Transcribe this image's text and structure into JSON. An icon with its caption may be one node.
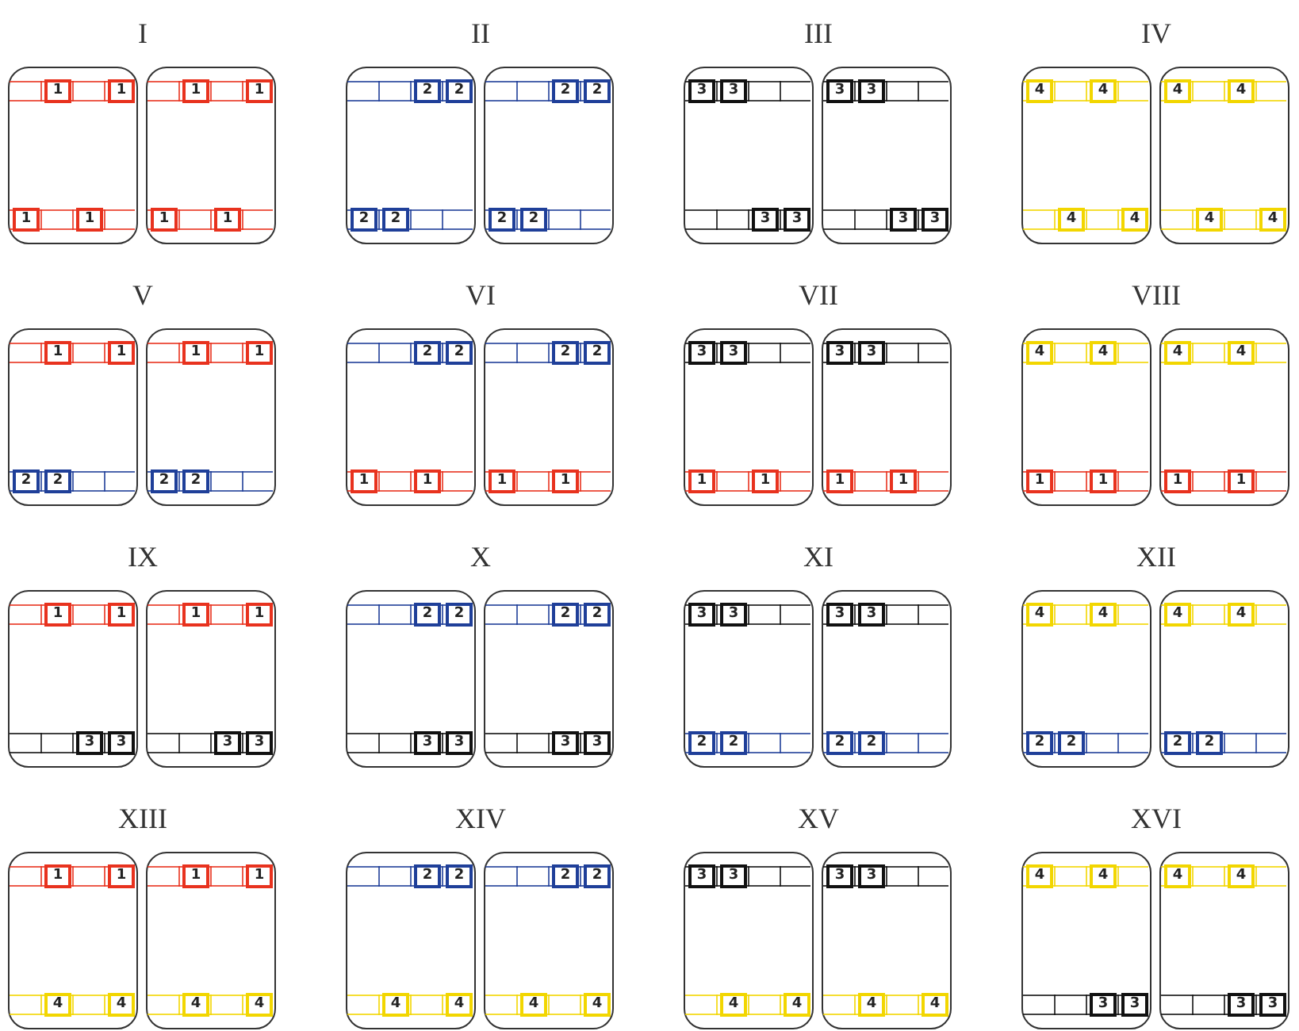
{
  "diagram": {
    "nodes": [
      {
        "text": [],
        "shape": "box"
      },
      {
        "text": [
          "1"
        ],
        "in": 0
      },
      {
        "text": [
          "1"
        ],
        "in": 0
      },
      {
        "text": [
          "1"
        ],
        "in": 0
      },
      {
        "text": [
          "1"
        ],
        "in": 0
      },
      {
        "text": [],
        "shape": "box"
      },
      {
        "text": [
          "1"
        ],
        "in": 5
      },
      {
        "text": [
          "1"
        ],
        "in": 5
      },
      {
        "text": [
          "1"
        ],
        "in": 5
      },
      {
        "text": [
          "1"
        ],
        "in": 5
      },
      {
        "text": [],
        "shape": "box"
      },
      {
        "text": [
          "2"
        ],
        "in": 10
      },
      {
        "text": [
          "2"
        ],
        "in": 10
      },
      {
        "text": [
          "2"
        ],
        "in": 10
      },
      {
        "text": [
          "2"
        ],
        "in": 10
      },
      {
        "text": [],
        "shape": "box"
      },
      {
        "text": [
          "2"
        ],
        "in": 15
      },
      {
        "text": [
          "2"
        ],
        "in": 15
      },
      {
        "text": [
          "2"
        ],
        "in": 15
      },
      {
        "text": [
          "2"
        ],
        "in": 15
      },
      {
        "text": [],
        "shape": "box"
      },
      {
        "text": [
          "3"
        ],
        "in": 20
      },
      {
        "text": [
          "3"
        ],
        "in": 20
      },
      {
        "text": [
          "3"
        ],
        "in": 20
      },
      {
        "text": [
          "3"
        ],
        "in": 20
      },
      {
        "text": [],
        "shape": "box"
      },
      {
        "text": [
          "3"
        ],
        "in": 25
      },
      {
        "text": [
          "3"
        ],
        "in": 25
      },
      {
        "text": [
          "3"
        ],
        "in": 25
      },
      {
        "text": [
          "3"
        ],
        "in": 25
      },
      {
        "text": [],
        "shape": "box"
      },
      {
        "text": [
          "4"
        ],
        "in": 30
      },
      {
        "text": [
          "4"
        ],
        "in": 30
      },
      {
        "text": [
          "4"
        ],
        "in": 30
      },
      {
        "text": [
          "4"
        ],
        "in": 30
      },
      {
        "text": [],
        "shape": "box"
      },
      {
        "text": [
          "4"
        ],
        "in": 35
      },
      {
        "text": [
          "4"
        ],
        "in": 35
      },
      {
        "text": [
          "4"
        ],
        "in": 35
      },
      {
        "text": [
          "4"
        ],
        "in": 35
      },
      {
        "text": [],
        "shape": "box"
      },
      {
        "text": [
          "1"
        ],
        "in": 40
      },
      {
        "text": [
          "1"
        ],
        "in": 40
      },
      {
        "text": [
          "2"
        ],
        "in": 40
      },
      {
        "text": [
          "2"
        ],
        "in": 40
      },
      {
        "text": [],
        "shape": "box"
      },
      {
        "text": [
          "1"
        ],
        "in": 45
      },
      {
        "text": [
          "1"
        ],
        "in": 45
      },
      {
        "text": [
          "2"
        ],
        "in": 45
      },
      {
        "text": [
          "2"
        ],
        "in": 45
      },
      {
        "text": [],
        "shape": "box"
      },
      {
        "text": [
          "2"
        ],
        "in": 50
      },
      {
        "text": [
          "2"
        ],
        "in": 50
      },
      {
        "text": [
          "1"
        ],
        "in": 50
      },
      {
        "text": [
          "1"
        ],
        "in": 50
      },
      {
        "text": [],
        "shape": "box"
      },
      {
        "text": [
          "2"
        ],
        "in": 55
      },
      {
        "text": [
          "2"
        ],
        "in": 55
      },
      {
        "text": [
          "1"
        ],
        "in": 55
      },
      {
        "text": [
          "1"
        ],
        "in": 55
      },
      {
        "text": [],
        "shape": "box"
      },
      {
        "text": [
          "3"
        ],
        "in": 60
      },
      {
        "text": [
          "3"
        ],
        "in": 60
      },
      {
        "text": [
          "1"
        ],
        "in": 60
      },
      {
        "text": [
          "1"
        ],
        "in": 60
      },
      {
        "text": [],
        "shape": "box"
      },
      {
        "text": [
          "3"
        ],
        "in": 65
      },
      {
        "text": [
          "3"
        ],
        "in": 65
      },
      {
        "text": [
          "1"
        ],
        "in": 65
      },
      {
        "text": [
          "1"
        ],
        "in": 65
      },
      {
        "text": [],
        "shape": "box"
      },
      {
        "text": [
          "4"
        ],
        "in": 70
      },
      {
        "text": [
          "4"
        ],
        "in": 70
      },
      {
        "text": [
          "1"
        ],
        "in": 70
      },
      {
        "text": [
          "1"
        ],
        "in": 70
      },
      {
        "text": [],
        "shape": "box"
      },
      {
        "text": [
          "4"
        ],
        "in": 75
      },
      {
        "text": [
          "4"
        ],
        "in": 75
      },
      {
        "text": [
          "1"
        ],
        "in": 75
      },
      {
        "text": [
          "1"
        ],
        "in": 75
      },
      {
        "text": [],
        "shape": "box"
      },
      {
        "text": [
          "1"
        ],
        "in": 80
      },
      {
        "text": [
          "1"
        ],
        "in": 80
      },
      {
        "text": [
          "3"
        ],
        "in": 80
      },
      {
        "text": [
          "3"
        ],
        "in": 80
      },
      {
        "text": [],
        "shape": "box"
      },
      {
        "text": [
          "1"
        ],
        "in": 85
      },
      {
        "text": [
          "1"
        ],
        "in": 85
      },
      {
        "text": [
          "3"
        ],
        "in": 85
      },
      {
        "text": [
          "3"
        ],
        "in": 85
      },
      {
        "text": [],
        "shape": "box"
      },
      {
        "text": [
          "2"
        ],
        "in": 90
      },
      {
        "text": [
          "2"
        ],
        "in": 90
      },
      {
        "text": [
          "3"
        ],
        "in": 90
      },
      {
        "text": [
          "3"
        ],
        "in": 90
      },
      {
        "text": [],
        "shape": "box"
      },
      {
        "text": [
          "2"
        ],
        "in": 95
      },
      {
        "text": [
          "2"
        ],
        "in": 95
      },
      {
        "text": [
          "3"
        ],
        "in": 95
      },
      {
        "text": [
          "3"
        ],
        "in": 95
      },
      {
        "text": [],
        "shape": "box"
      },
      {
        "text": [
          "3"
        ],
        "in": 100
      },
      {
        "text": [
          "3"
        ],
        "in": 100
      },
      {
        "text": [
          "2"
        ],
        "in": 100
      },
      {
        "text": [
          "2"
        ],
        "in": 100
      },
      {
        "text": [],
        "shape": "box"
      },
      {
        "text": [
          "3"
        ],
        "in": 105
      },
      {
        "text": [
          "3"
        ],
        "in": 105
      },
      {
        "text": [
          "2"
        ],
        "in": 105
      },
      {
        "text": [
          "2"
        ],
        "in": 105
      },
      {
        "text": [],
        "shape": "box"
      },
      {
        "text": [
          "4"
        ],
        "in": 110
      },
      {
        "text": [
          "4"
        ],
        "in": 110
      },
      {
        "text": [
          "2"
        ],
        "in": 110
      },
      {
        "text": [
          "2"
        ],
        "in": 110
      },
      {
        "text": [],
        "shape": "box"
      },
      {
        "text": [
          "4"
        ],
        "in": 115
      },
      {
        "text": [
          "4"
        ],
        "in": 115
      },
      {
        "text": [
          "2"
        ],
        "in": 115
      },
      {
        "text": [
          "2"
        ],
        "in": 115
      },
      {
        "text": [],
        "shape": "box"
      },
      {
        "text": [
          "1"
        ],
        "in": 120
      },
      {
        "text": [
          "1"
        ],
        "in": 120
      },
      {
        "text": [
          "4"
        ],
        "in": 120
      },
      {
        "text": [
          "4"
        ],
        "in": 120
      },
      {
        "text": [],
        "shape": "box"
      },
      {
        "text": [
          "1"
        ],
        "in": 125
      },
      {
        "text": [
          "1"
        ],
        "in": 125
      },
      {
        "text": [
          "4"
        ],
        "in": 125
      },
      {
        "text": [
          "4"
        ],
        "in": 125
      },
      {
        "text": [],
        "shape": "box"
      },
      {
        "text": [
          "2"
        ],
        "in": 130
      },
      {
        "text": [
          "2"
        ],
        "in": 130
      },
      {
        "text": [
          "4"
        ],
        "in": 130
      },
      {
        "text": [
          "4"
        ],
        "in": 130
      },
      {
        "text": [],
        "shape": "box"
      },
      {
        "text": [
          "2"
        ],
        "in": 135
      },
      {
        "text": [
          "2"
        ],
        "in": 135
      },
      {
        "text": [
          "4"
        ],
        "in": 135
      },
      {
        "text": [
          "4"
        ],
        "in": 135
      },
      {
        "text": [],
        "shape": "box"
      },
      {
        "text": [
          "3"
        ],
        "in": 140
      },
      {
        "text": [
          "3"
        ],
        "in": 140
      },
      {
        "text": [
          "4"
        ],
        "in": 140
      },
      {
        "text": [
          "4"
        ],
        "in": 140
      },
      {
        "text": [],
        "shape": "box"
      },
      {
        "text": [
          "3"
        ],
        "in": 145
      },
      {
        "text": [
          "3"
        ],
        "in": 145
      },
      {
        "text": [
          "4"
        ],
        "in": 145
      },
      {
        "text": [
          "4"
        ],
        "in": 145
      },
      {
        "text": [],
        "shape": "box"
      },
      {
        "text": [
          "4"
        ],
        "in": 150
      },
      {
        "text": [
          "4"
        ],
        "in": 150
      },
      {
        "text": [
          "3"
        ],
        "in": 150
      },
      {
        "text": [
          "3"
        ],
        "in": 150
      },
      {
        "text": [],
        "shape": "box"
      },
      {
        "text": [
          "4"
        ],
        "in": 155
      },
      {
        "text": [
          "4"
        ],
        "in": 155
      },
      {
        "text": [
          "3"
        ],
        "in": 155
      },
      {
        "text": [
          "3"
        ],
        "in": 155
      }
    ],
    "labels": [
      "I",
      "II",
      "III",
      "IV",
      "V",
      "VI",
      "VII",
      "VIII",
      "IX",
      "X",
      "XI",
      "XII",
      "XIII",
      "XIV",
      "XV",
      "XVI"
    ]
  }
}
